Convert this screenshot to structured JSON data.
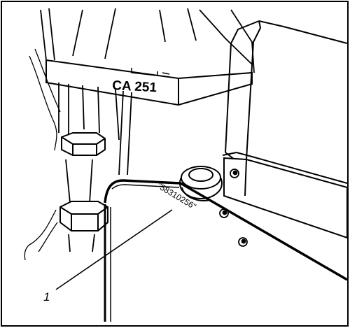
{
  "labels": {
    "model_plate": "CA 251",
    "serial_number": "\"58310256\"",
    "callout_number": "1"
  },
  "colors": {
    "ink": "#000000",
    "paper": "#ffffff"
  }
}
